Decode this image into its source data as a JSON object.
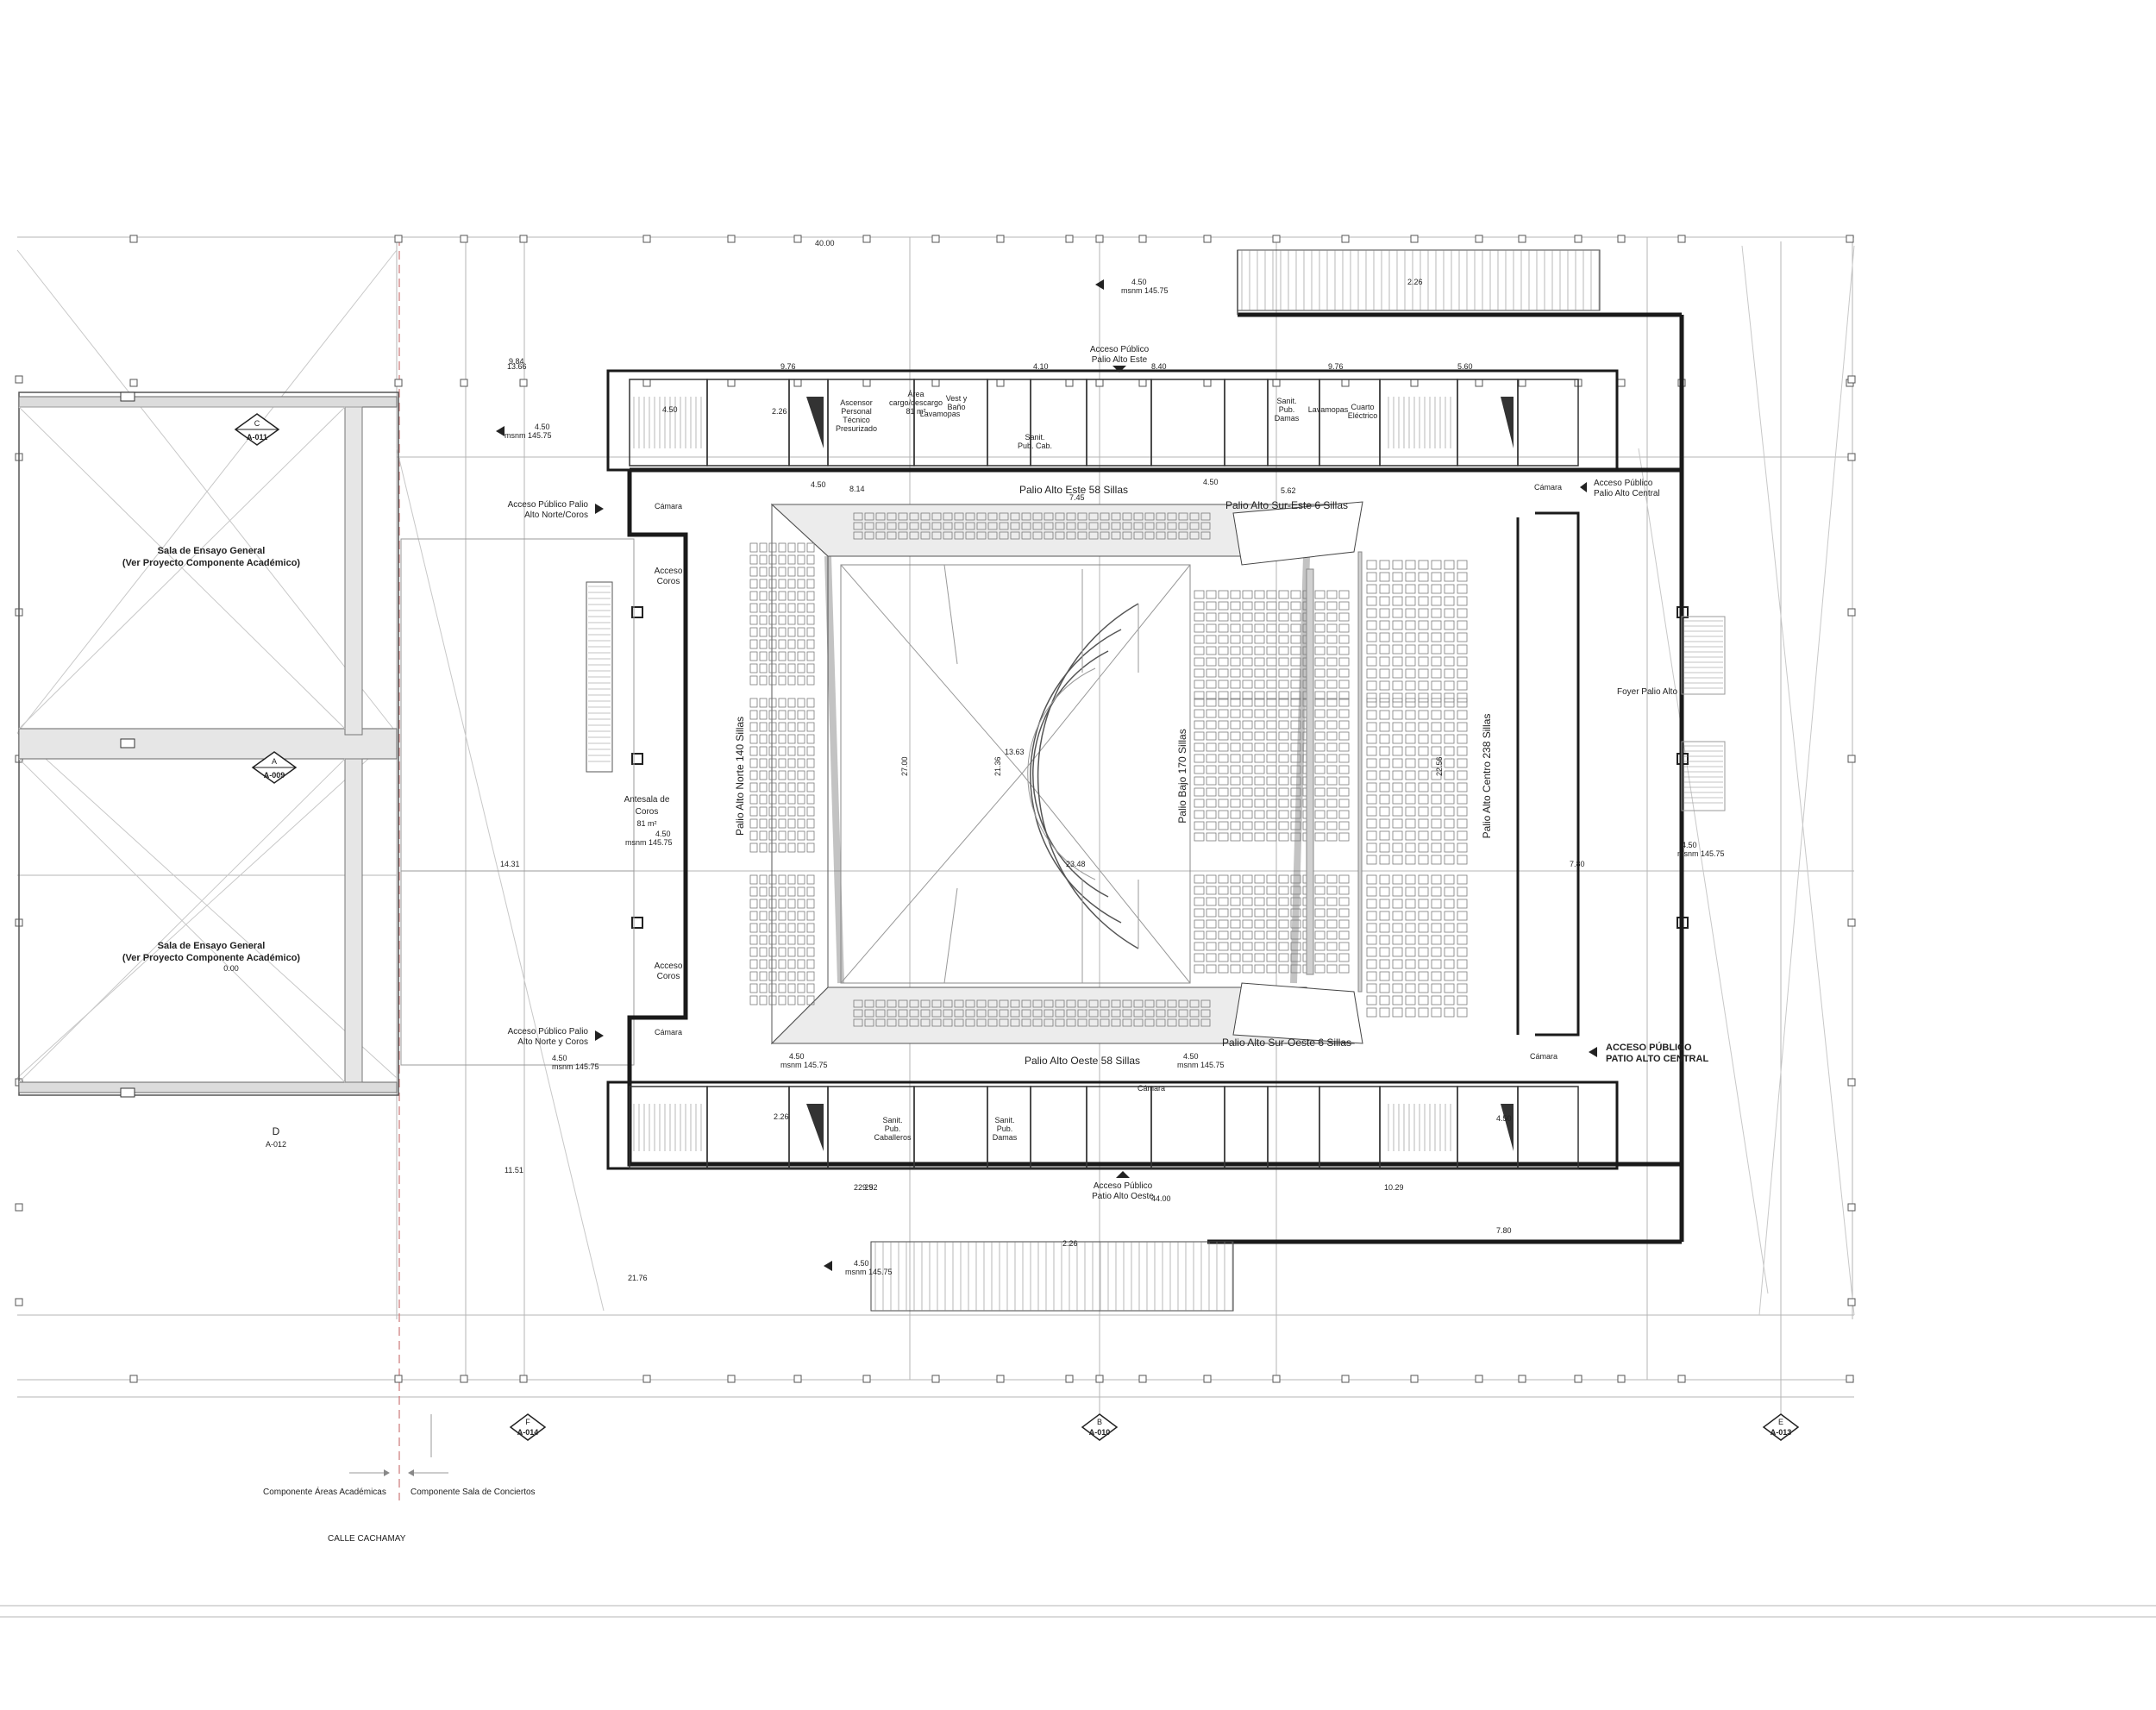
{
  "rooms": {
    "sala_ensayo_1_a": "Sala de Ensayo  General",
    "sala_ensayo_1_b": "(Ver Proyecto  Componente Académico)",
    "sala_ensayo_2_a": "Sala de Ensayo  General",
    "sala_ensayo_2_b": "(Ver Proyecto  Componente Académico)",
    "sala_ensayo_2_c": "0.00",
    "antesala_a": "Antesala de",
    "antesala_b": "Coros",
    "antesala_c": "81 m²",
    "acceso_coros_1_a": "Acceso",
    "acceso_coros_1_b": "Coros",
    "acceso_coros_2_a": "Acceso",
    "acceso_coros_2_b": "Coros",
    "foyer": "Foyer Palio Alto",
    "camara_1": "Cámara",
    "camara_2": "Cámara",
    "camara_3": "Cámara",
    "camara_4": "Cámara",
    "camara_5": "Cámara"
  },
  "seating": {
    "palco_norte": "Palio Alto Norte 140 Sillas",
    "palco_bajo": "Palio Bajo 170 Sillas",
    "palco_centro": "Palio Alto Centro 238 Sillas",
    "palco_este": "Palio Alto Este 58 Sillas",
    "palco_oeste": "Palio Alto Oeste 58 Sillas",
    "palco_sur_este": "Palio Alto Sur-Este 6 Sillas",
    "palco_sur_oeste": "Palio Alto Sur-Oeste 6 Sillas"
  },
  "access": {
    "publico_este_a": "Acceso Público",
    "publico_este_b": "Palio Alto Este",
    "publico_norte_coros_1_a": "Acceso Público Palio",
    "publico_norte_coros_1_b": "Alto Norte/Coros",
    "publico_norte_coros_2_a": "Acceso Público Palio",
    "publico_norte_coros_2_b": "Alto Norte y Coros",
    "publico_central_a": "Acceso Público",
    "publico_central_b": "Palio Alto Central",
    "publico_central_bold_a": "ACCESO PÚBLICO",
    "publico_central_bold_b": "PATIO ALTO CENTRAL",
    "publico_oeste_a": "Acceso Público",
    "publico_oeste_b": "Patio Alto Oeste"
  },
  "service_rooms": {
    "ascensor_a": "Ascensor",
    "ascensor_b": "Personal",
    "ascensor_c": "Técnico",
    "ascensor_d": "Presurizado",
    "area_carga_a": "Área",
    "area_carga_b": "cargo/descargo",
    "area_carga_c": "81 m²",
    "vest_a": "Vest y",
    "vest_b": "Baño",
    "lavamopas_1": "Lavamopas",
    "lavamopas_2": "Lavamopas",
    "sanit_cab_a": "Sanit.",
    "sanit_cab_b": "Pub. Cab.",
    "sanit_damas_a": "Sanit.",
    "sanit_damas_b": "Pub.",
    "sanit_damas_c": "Damas",
    "cuarto_elec_a": "Cuarto",
    "cuarto_elec_b": "Eléctrico",
    "sanit_cab2_a": "Sanit.",
    "sanit_cab2_b": "Pub.",
    "sanit_cab2_c": "Caballeros",
    "sanit_damas2_a": "Sanit.",
    "sanit_damas2_b": "Pub.",
    "sanit_damas2_c": "Damas"
  },
  "levels": {
    "lvl_1_a": "4.50",
    "lvl_1_b": "msnm  145.75",
    "lvl_2_a": "4.50",
    "lvl_2_b": "msnm  145.75",
    "lvl_3_a": "4.50",
    "lvl_3_b": "msnm  145.75",
    "lvl_4_a": "4.50",
    "lvl_4_b": "msnm  145.75",
    "lvl_5_a": "4.50",
    "lvl_5_b": "msnm  145.75",
    "lvl_6_a": "4.50",
    "lvl_6_b": "msnm  145.75",
    "lvl_7_a": "4.50",
    "lvl_7_b": "msnm  145.75",
    "lvl_8_a": "4.50",
    "lvl_8_b": "msnm  145.75",
    "lvl_9": "2.26",
    "lvl_10": "2.26",
    "lvl_11": "4.50",
    "lvl_12": "4.50",
    "lvl_13": "2.26",
    "lvl_14": "2.26",
    "lvl_15": "4.50",
    "lvl_16": "4.50"
  },
  "section_marks": {
    "c_letter": "C",
    "c_ref": "A-011",
    "a_letter": "A",
    "a_ref": "A-009",
    "d_letter": "D",
    "d_ref": "A-012",
    "f_letter": "F",
    "f_ref": "A-014",
    "b_letter": "B",
    "b_ref": "A-010",
    "e_letter": "E",
    "e_ref": "A-013"
  },
  "legend": {
    "academic": "Componente Áreas Académicas",
    "concert": "Componente Sala de Conciertos",
    "street": "CALLE CACHAMAY"
  },
  "dimensions": {
    "d_top": "40.00",
    "d_1": "13.66",
    "d_2": "9.76",
    "d_3": "4.10",
    "d_4": "8.40",
    "d_5": "9.76",
    "d_6": "5.60",
    "d_7": "7.80",
    "d_8": "10.29",
    "d_9": "22.25",
    "d_10": "44.00",
    "d_11": "23.48",
    "d_12": "13.63",
    "d_13": "27.00",
    "d_14": "21.36",
    "d_15": "22.56",
    "d_16": "14.31",
    "d_17": "11.51",
    "d_18": "21.76",
    "d_19": "8.14",
    "d_20": "7.45",
    "d_21": "5.62",
    "d_22": "9.92",
    "d_23": "7.80",
    "d_24": "9.84"
  }
}
